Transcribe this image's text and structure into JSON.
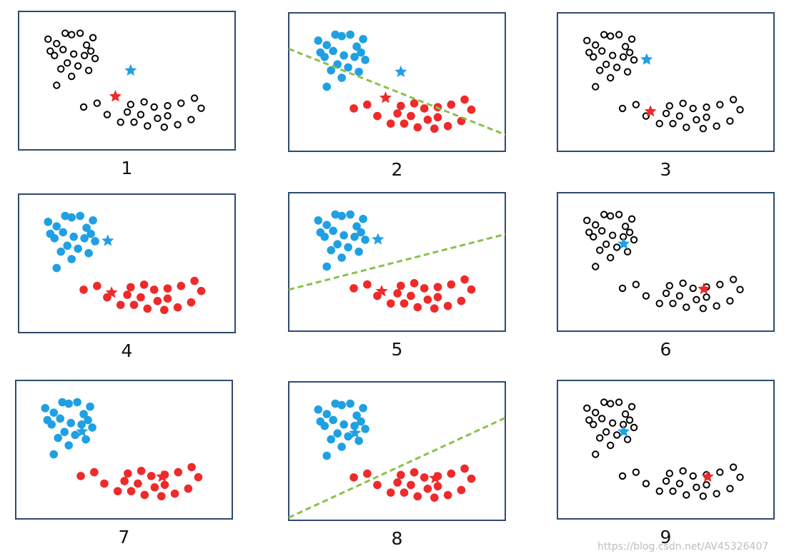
{
  "colors": {
    "frame": "#2f4a6f",
    "unassigned_point": "#000000",
    "cluster_blue": "#1fa0e3",
    "cluster_red": "#ee2a2a",
    "boundary": "#8bbf4a",
    "watermark": "#bdbdbd"
  },
  "icons": {
    "unassigned": "hollow-circle",
    "assigned": "filled-circle",
    "centroid": "star"
  },
  "panels": [
    {
      "label": "1",
      "state": "unassigned",
      "centroids": {
        "blue": [
          0.52,
          0.59
        ],
        "red": [
          0.44,
          0.36
        ]
      }
    },
    {
      "label": "2",
      "state": "assigned-with-boundary",
      "centroids": {
        "blue": [
          0.52,
          0.59
        ],
        "red": [
          0.44,
          0.36
        ]
      }
    },
    {
      "label": "3",
      "state": "unassigned",
      "centroids": {
        "blue": [
          0.4,
          0.7
        ],
        "red": [
          0.42,
          0.24
        ]
      }
    },
    {
      "label": "4",
      "state": "assigned",
      "centroids": {
        "blue": [
          0.4,
          0.7
        ],
        "red": [
          0.42,
          0.24
        ]
      }
    },
    {
      "label": "5",
      "state": "assigned-with-boundary",
      "centroids": {
        "blue": [
          0.4,
          0.7
        ],
        "red": [
          0.42,
          0.24
        ]
      }
    },
    {
      "label": "6",
      "state": "unassigned",
      "centroids": {
        "blue": [
          0.28,
          0.66
        ],
        "red": [
          0.7,
          0.26
        ]
      }
    },
    {
      "label": "7",
      "state": "assigned",
      "centroids": {
        "blue": [
          0.28,
          0.66
        ],
        "red": [
          0.7,
          0.26
        ]
      }
    },
    {
      "label": "8",
      "state": "assigned-with-boundary",
      "centroids": {
        "blue": [
          0.28,
          0.66
        ],
        "red": [
          0.7,
          0.26
        ]
      }
    },
    {
      "label": "9",
      "state": "unassigned",
      "centroids": {
        "blue": [
          0.28,
          0.66
        ],
        "red": [
          0.72,
          0.26
        ]
      }
    }
  ],
  "watermark": "https://blog.csdn.net/AV45326407"
}
